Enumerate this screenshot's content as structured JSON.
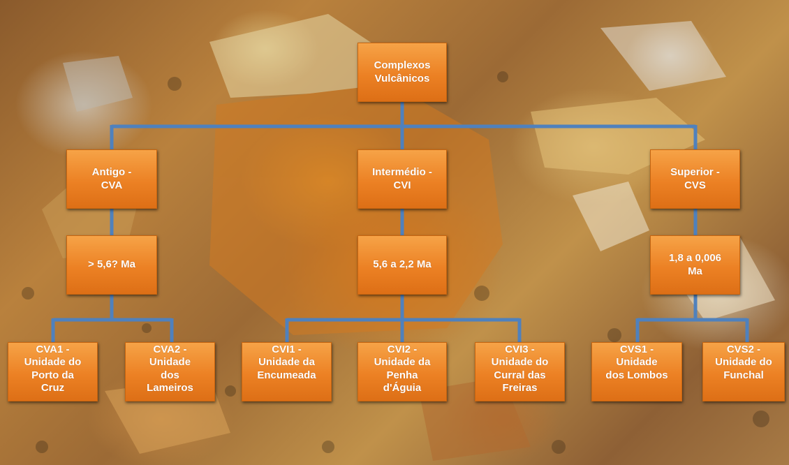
{
  "diagram": {
    "root": {
      "label": "Complexos\nVulcânicos"
    },
    "complexes": [
      {
        "label": "Antigo -\nCVA",
        "age": "> 5,6? Ma",
        "units": [
          "CVA1 -\nUnidade do\nPorto da\nCruz",
          "CVA2 -\nUnidade\ndos\nLameiros"
        ]
      },
      {
        "label": "Intermédio -\nCVI",
        "age": "5,6 a 2,2 Ma",
        "units": [
          "CVI1 -\nUnidade da\nEncumeada",
          "CVI2 -\nUnidade da\nPenha\nd'Águia",
          "CVI3 -\nUnidade do\nCurral das\nFreiras"
        ]
      },
      {
        "label": "Superior -\nCVS",
        "age": "1,8 a 0,006\nMa",
        "units": [
          "CVS1 -\nUnidade\ndos Lombos",
          "CVS2 -\nUnidade do\nFunchal"
        ]
      }
    ],
    "colors": {
      "box_fill": "#ec8124",
      "box_text": "#ffffff",
      "connector": "#4f81bd"
    },
    "background": "photo of orange-yellow weathered volcanic rocks"
  }
}
